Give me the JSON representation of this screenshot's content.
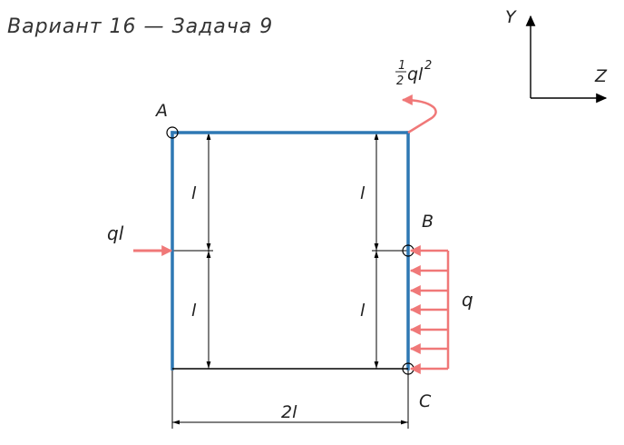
{
  "title": "Вариант 16 — Задача 9",
  "axes": {
    "y_label": "Y",
    "z_label": "Z"
  },
  "points": {
    "a": "A",
    "b": "B",
    "c": "C"
  },
  "dimensions": {
    "left_upper": "l",
    "left_lower": "l",
    "right_upper": "l",
    "right_lower": "l",
    "bottom": "2l"
  },
  "loads": {
    "point_force": "ql",
    "distributed": "q",
    "moment_num": "1",
    "moment_den": "2",
    "moment_body": "ql",
    "moment_exp": "2"
  },
  "colors": {
    "frame": "#2e78b4",
    "load": "#f07878",
    "line": "#000000"
  }
}
